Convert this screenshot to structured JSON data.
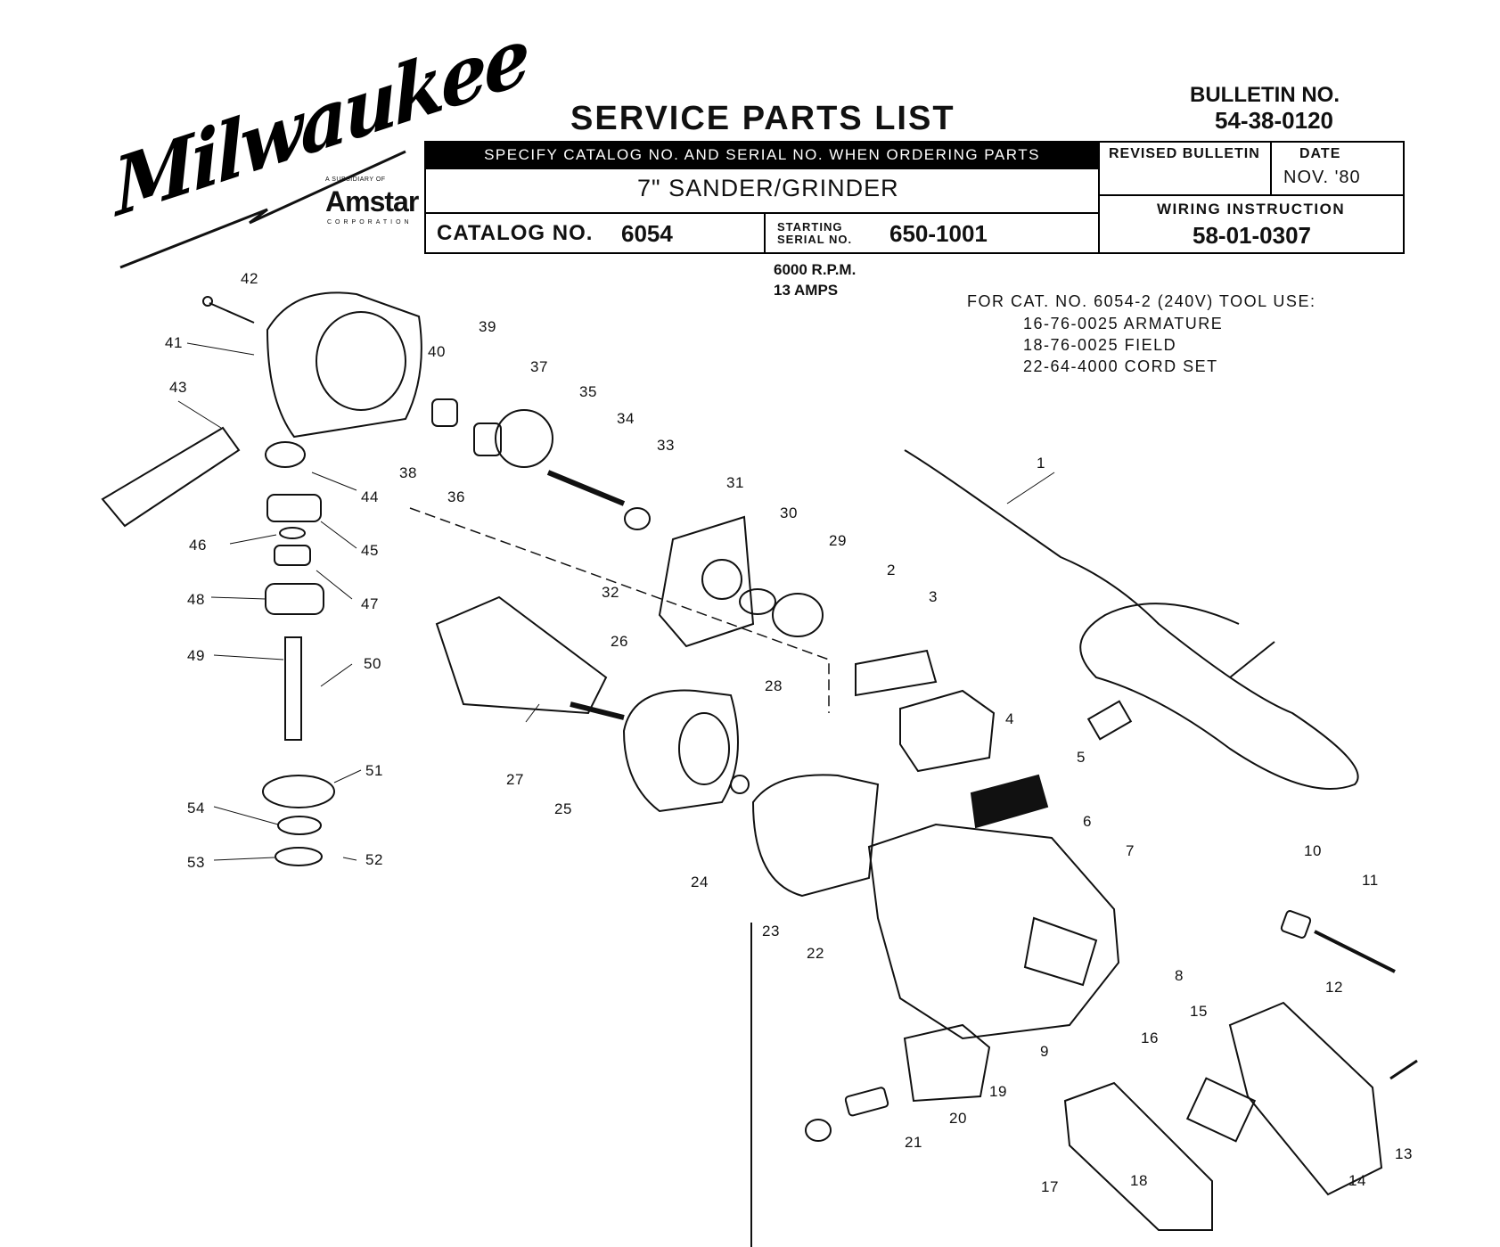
{
  "logo": {
    "brand": "Milwaukee",
    "subsidiary_line": "A SUBSIDIARY OF",
    "parent": "Amstar",
    "parent_corp": "CORPORATION"
  },
  "header": {
    "title": "SERVICE PARTS LIST",
    "bulletin_label": "BULLETIN NO.",
    "bulletin_no": "54-38-0120",
    "specify_note": "SPECIFY CATALOG NO. AND SERIAL NO. WHEN ORDERING PARTS",
    "product": "7\" SANDER/GRINDER",
    "catalog_label": "CATALOG NO.",
    "catalog_no": "6054",
    "serial_label_1": "STARTING",
    "serial_label_2": "SERIAL NO.",
    "serial_no": "650-1001",
    "revised_label": "REVISED BULLETIN",
    "date_label": "DATE",
    "date_value": "NOV. '80",
    "wiring_label": "WIRING INSTRUCTION",
    "wiring_no": "58-01-0307"
  },
  "specs": {
    "rpm": "6000 R.P.M.",
    "amps": "13 AMPS"
  },
  "note": {
    "title": "FOR CAT. NO. 6054-2 (240V) TOOL USE:",
    "lines": [
      "16-76-0025 ARMATURE",
      "18-76-0025 FIELD",
      "22-64-4000 CORD SET"
    ]
  },
  "callouts": [
    "1",
    "2",
    "3",
    "4",
    "5",
    "6",
    "7",
    "8",
    "9",
    "10",
    "11",
    "12",
    "13",
    "14",
    "15",
    "16",
    "17",
    "18",
    "19",
    "20",
    "21",
    "22",
    "23",
    "24",
    "25",
    "26",
    "27",
    "28",
    "29",
    "30",
    "31",
    "32",
    "33",
    "34",
    "35",
    "36",
    "37",
    "38",
    "39",
    "40",
    "41",
    "42",
    "43",
    "44",
    "45",
    "46",
    "47",
    "48",
    "49",
    "50",
    "51",
    "52",
    "53",
    "54"
  ]
}
